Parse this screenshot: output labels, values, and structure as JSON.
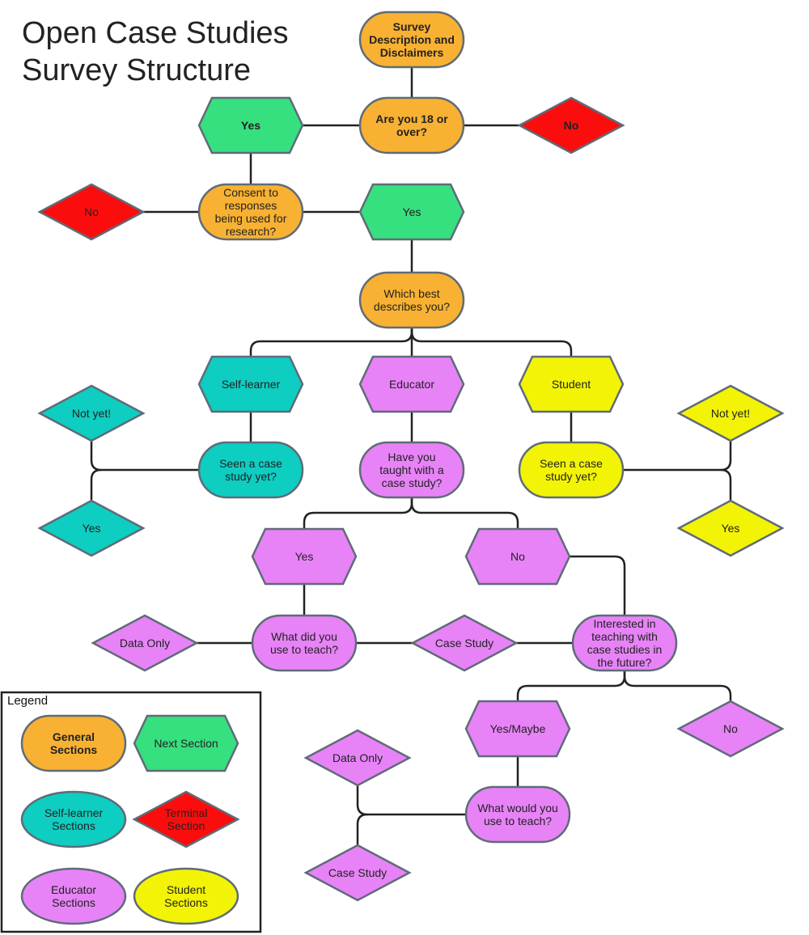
{
  "title_lines": [
    "Open Case Studies",
    "Survey Structure"
  ],
  "colors": {
    "general": "#f8b132",
    "next": "#37e07f",
    "terminal": "#fb0d0d",
    "selflearner": "#0ecdc1",
    "educator": "#e783f7",
    "student": "#f3f306",
    "stroke": "#5f6b78",
    "edge": "#222222"
  },
  "nodes": {
    "intro": {
      "shape": "rounded",
      "role": "general",
      "bold": true,
      "lines": [
        "Survey",
        "Description and",
        "Disclaimers"
      ]
    },
    "age": {
      "shape": "rounded",
      "role": "general",
      "bold": true,
      "lines": [
        "Are you 18 or",
        "over?"
      ]
    },
    "age_yes": {
      "shape": "hexagon",
      "role": "next",
      "bold": true,
      "lines": [
        "Yes"
      ]
    },
    "age_no": {
      "shape": "diamond",
      "role": "terminal",
      "bold": true,
      "lines": [
        "No"
      ]
    },
    "consent": {
      "shape": "rounded",
      "role": "general",
      "lines": [
        "Consent to",
        "responses",
        "being used for",
        "research?"
      ]
    },
    "consent_no": {
      "shape": "diamond",
      "role": "terminal",
      "lines": [
        "No"
      ]
    },
    "consent_yes": {
      "shape": "hexagon",
      "role": "next",
      "lines": [
        "Yes"
      ]
    },
    "which": {
      "shape": "rounded",
      "role": "general",
      "lines": [
        "Which best",
        "describes you?"
      ]
    },
    "selflearner": {
      "shape": "hexagon",
      "role": "selflearner",
      "lines": [
        "Self-learner"
      ]
    },
    "educator": {
      "shape": "hexagon",
      "role": "educator",
      "lines": [
        "Educator"
      ]
    },
    "student": {
      "shape": "hexagon",
      "role": "student",
      "lines": [
        "Student"
      ]
    },
    "sl_seen": {
      "shape": "rounded",
      "role": "selflearner",
      "lines": [
        "Seen a case",
        "study yet?"
      ]
    },
    "sl_notyet": {
      "shape": "diamond",
      "role": "selflearner",
      "lines": [
        "Not yet!"
      ]
    },
    "sl_yes": {
      "shape": "diamond",
      "role": "selflearner",
      "lines": [
        "Yes"
      ]
    },
    "ed_taught": {
      "shape": "rounded",
      "role": "educator",
      "lines": [
        "Have you",
        "taught with a",
        "case study?"
      ]
    },
    "st_seen": {
      "shape": "rounded",
      "role": "student",
      "lines": [
        "Seen a case",
        "study yet?"
      ]
    },
    "st_notyet": {
      "shape": "diamond",
      "role": "student",
      "lines": [
        "Not yet!"
      ]
    },
    "st_yes": {
      "shape": "diamond",
      "role": "student",
      "lines": [
        "Yes"
      ]
    },
    "ed_yes": {
      "shape": "hexagon",
      "role": "educator",
      "lines": [
        "Yes"
      ]
    },
    "ed_no": {
      "shape": "hexagon",
      "role": "educator",
      "lines": [
        "No"
      ]
    },
    "ed_what": {
      "shape": "rounded",
      "role": "educator",
      "lines": [
        "What did you",
        "use to teach?"
      ]
    },
    "ed_dataonly": {
      "shape": "diamond",
      "role": "educator",
      "lines": [
        "Data Only"
      ]
    },
    "ed_casestudy": {
      "shape": "diamond",
      "role": "educator",
      "lines": [
        "Case Study"
      ]
    },
    "ed_interested": {
      "shape": "rounded",
      "role": "educator",
      "lines": [
        "Interested in",
        "teaching with",
        "case studies in",
        "the future?"
      ]
    },
    "ed_yesmaybe": {
      "shape": "hexagon",
      "role": "educator",
      "lines": [
        "Yes/Maybe"
      ]
    },
    "ed_no2": {
      "shape": "diamond",
      "role": "educator",
      "lines": [
        "No"
      ]
    },
    "ed_would": {
      "shape": "rounded",
      "role": "educator",
      "lines": [
        "What would you",
        "use to teach?"
      ]
    },
    "ed_dataonly2": {
      "shape": "diamond",
      "role": "educator",
      "lines": [
        "Data Only"
      ]
    },
    "ed_casestudy2": {
      "shape": "diamond",
      "role": "educator",
      "lines": [
        "Case Study"
      ]
    }
  },
  "legend": {
    "title": "Legend",
    "items": [
      {
        "shape": "rounded",
        "role": "general",
        "bold": true,
        "lines": [
          "General",
          "Sections"
        ]
      },
      {
        "shape": "hexagon",
        "role": "next",
        "lines": [
          "Next Section"
        ]
      },
      {
        "shape": "ellipse",
        "role": "selflearner",
        "lines": [
          "Self-learner",
          "Sections"
        ]
      },
      {
        "shape": "diamond",
        "role": "terminal",
        "lines": [
          "Terminal",
          "Section"
        ]
      },
      {
        "shape": "ellipse",
        "role": "educator",
        "lines": [
          "Educator",
          "Sections"
        ]
      },
      {
        "shape": "ellipse",
        "role": "student",
        "lines": [
          "Student",
          "Sections"
        ]
      }
    ]
  }
}
